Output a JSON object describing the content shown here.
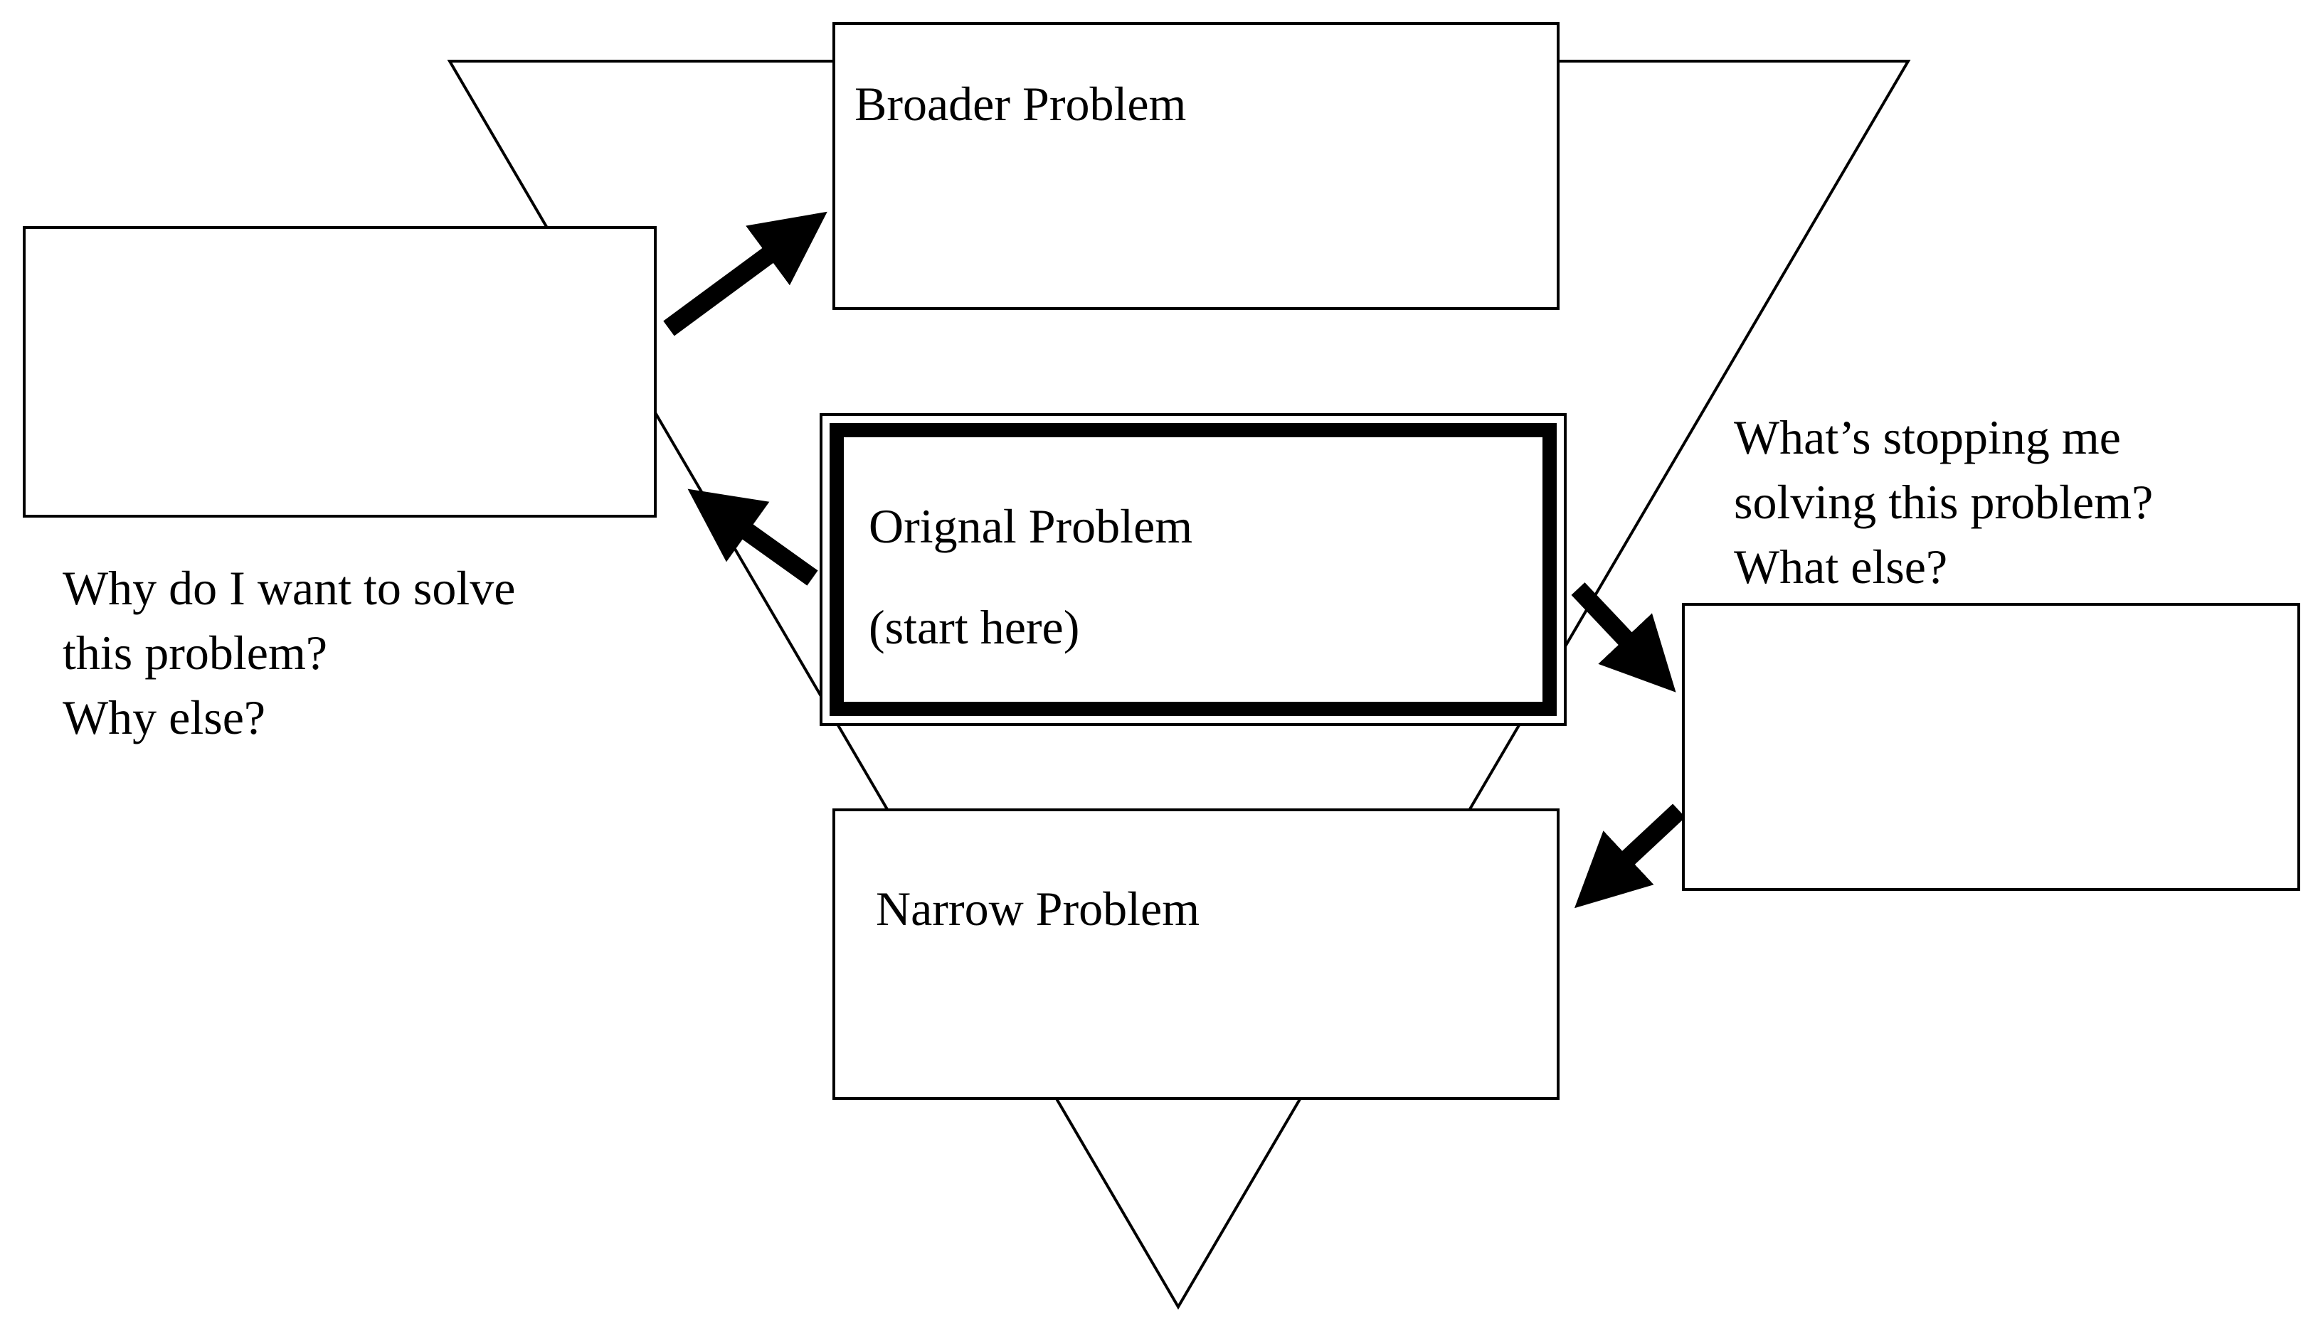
{
  "boxes": {
    "broader": {
      "label": "Broader Problem"
    },
    "original": {
      "label": "Orignal Problem",
      "sublabel": "(start here)"
    },
    "narrow": {
      "label": "Narrow Problem"
    },
    "why": {
      "label": ""
    },
    "stopping": {
      "label": ""
    }
  },
  "questions": {
    "why": [
      "Why do I want to solve",
      "this problem?",
      "Why else?"
    ],
    "stopping": [
      "What’s stopping me",
      "solving this problem?",
      "What else?"
    ]
  },
  "colors": {
    "line": "#000000",
    "background": "#ffffff"
  }
}
